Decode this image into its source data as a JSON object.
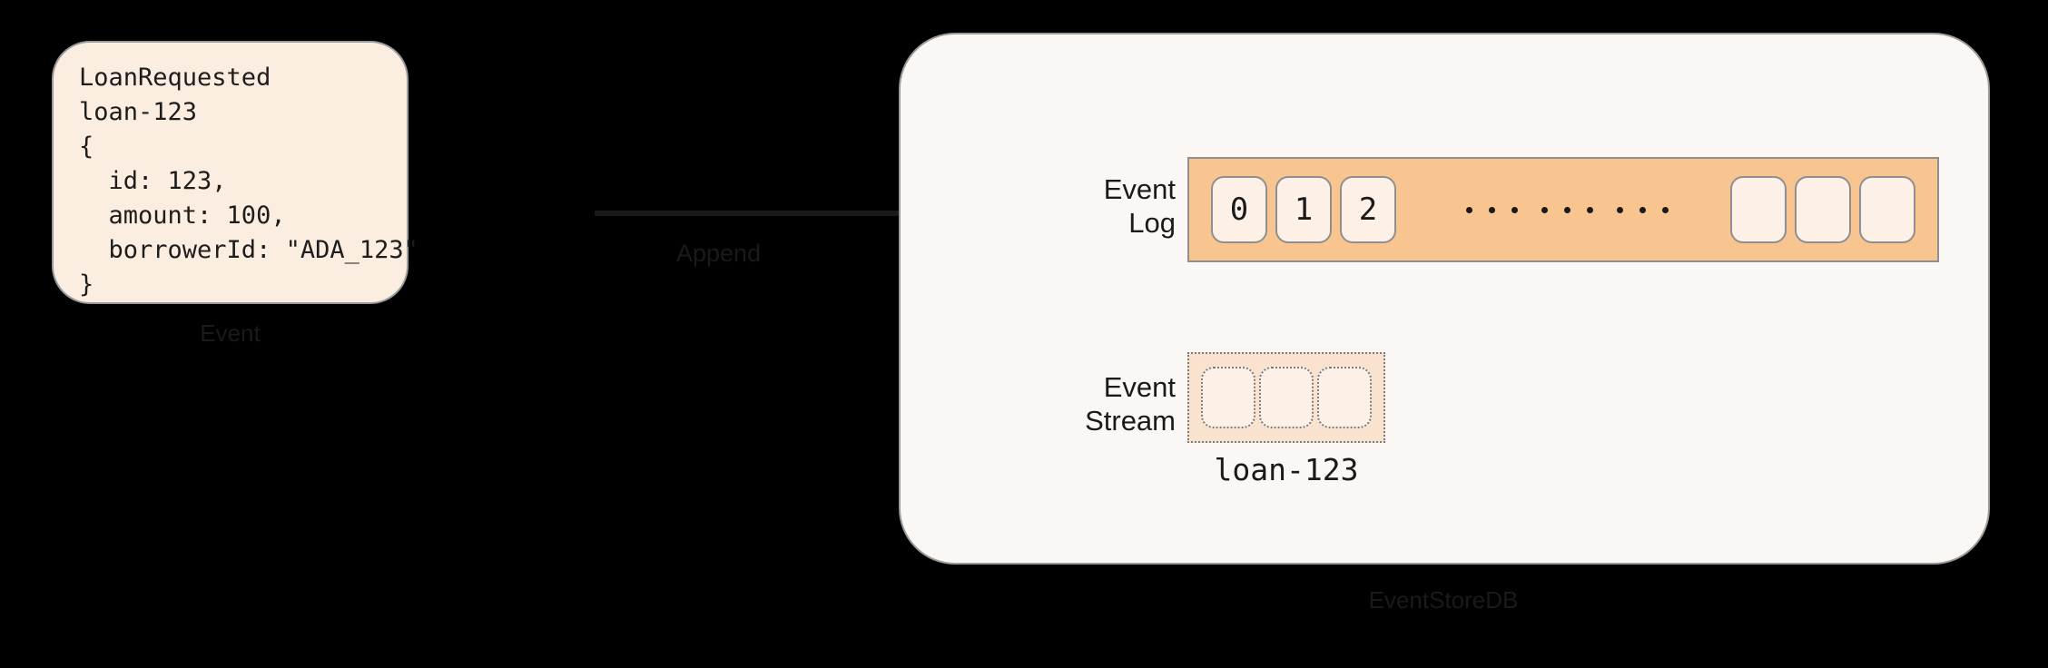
{
  "diagram": {
    "background_color": "#000000",
    "event_card": {
      "title_line": "LoanRequested",
      "stream_line": "loan-123",
      "payload": "LoanRequested\nloan-123\n{\n  id: 123,\n  amount: 100,\n  borrowerId: \"ADA_123\"\n}",
      "caption": "Event",
      "fill_color": "#FBEDE0",
      "border_color": "#9B9B9B"
    },
    "connector": {
      "label": "Append",
      "color": "#1A1A1A",
      "targets": [
        "Event Log",
        "Event Stream"
      ]
    },
    "store": {
      "caption": "EventStoreDB",
      "fill_color": "#FBF7F4",
      "border_color": "#9B9B9B",
      "event_log": {
        "label": "Event\nLog",
        "band_color": "#F8C490",
        "cell_color": "#FDF1E7",
        "filled_cells": [
          "0",
          "1",
          "2"
        ],
        "ellipsis_dot_groups": 3,
        "ellipsis_dots_per_group": 3,
        "empty_cells": 3
      },
      "event_stream": {
        "label": "Event\nStream",
        "band_color": "#FAE3CE",
        "cell_color": "#FDF1E7",
        "border_style": "dotted",
        "empty_cells": 3,
        "stream_id": "loan-123"
      }
    }
  }
}
